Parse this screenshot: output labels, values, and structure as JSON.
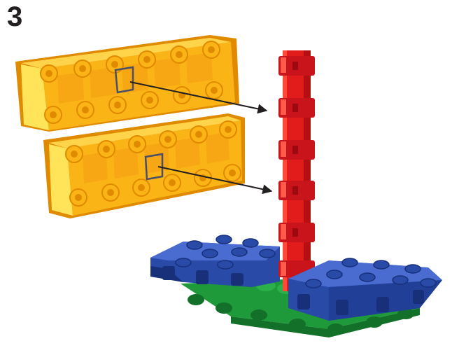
{
  "step": {
    "number": "3"
  },
  "parts": {
    "yellow_bars": {
      "count": 2,
      "cells_per_bar": 6,
      "color_main": "#fbb416",
      "color_light": "#ffd34a",
      "color_dark": "#e08a00"
    },
    "red_pole": {
      "segments": 5,
      "color_main": "#e21b1b",
      "color_dark": "#b50f12",
      "color_light": "#ff4a3a"
    },
    "blue_base": {
      "color_main": "#2a4aa8",
      "color_dark": "#18307a",
      "color_light": "#4a6cd0"
    },
    "green_base": {
      "color_main": "#1f9a3a",
      "color_dark": "#127029"
    },
    "connector_color": "#7b7f8f"
  },
  "arrows": {
    "count": 2,
    "color": "#231f20"
  }
}
